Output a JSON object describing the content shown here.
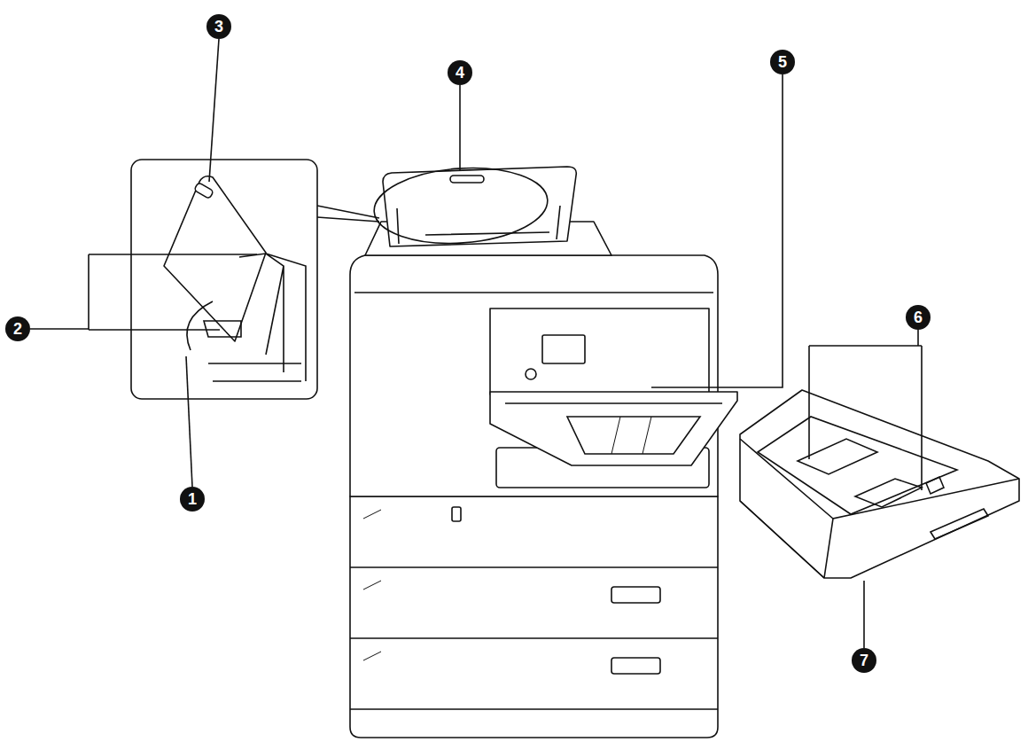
{
  "diagram": {
    "labels": [
      "3",
      "4",
      "5",
      "2",
      "6",
      "1",
      "7"
    ]
  }
}
